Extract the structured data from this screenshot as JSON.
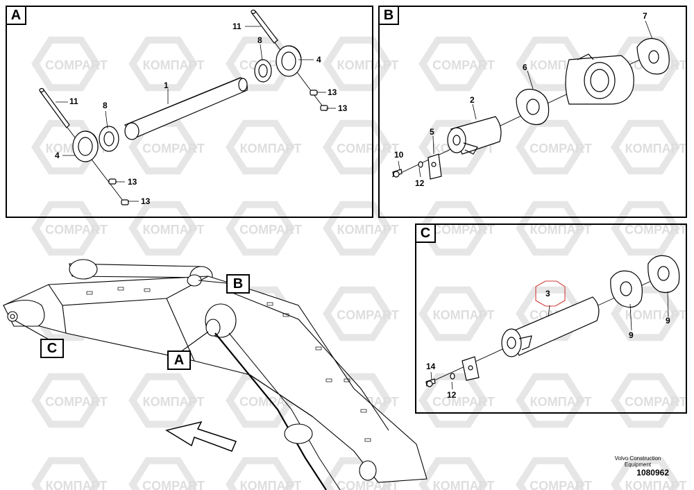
{
  "panels": {
    "a": {
      "letter": "A",
      "labels": {
        "p1": "1",
        "p4a": "4",
        "p4b": "4",
        "p8a": "8",
        "p8b": "8",
        "p11a": "11",
        "p11b": "11",
        "p13a": "13",
        "p13b": "13",
        "p13c": "13",
        "p13d": "13"
      }
    },
    "b": {
      "letter": "B",
      "labels": {
        "p2": "2",
        "p5": "5",
        "p6": "6",
        "p7": "7",
        "p10": "10",
        "p12": "12"
      }
    },
    "c": {
      "letter": "C",
      "labels": {
        "p3": "3",
        "p9a": "9",
        "p9b": "9",
        "p12": "12",
        "p14": "14"
      }
    }
  },
  "callouts": {
    "a": "A",
    "b": "B",
    "c": "C"
  },
  "watermark": {
    "latin": "COMPART",
    "cyrillic": "КОМПАРТ"
  },
  "footer": {
    "brand_line1": "Volvo Construction",
    "brand_line2": "Equipment",
    "doc_number": "1080962"
  },
  "colors": {
    "line": "#000000",
    "watermark": "#d9d9d9",
    "highlight": "#d43a3a"
  }
}
